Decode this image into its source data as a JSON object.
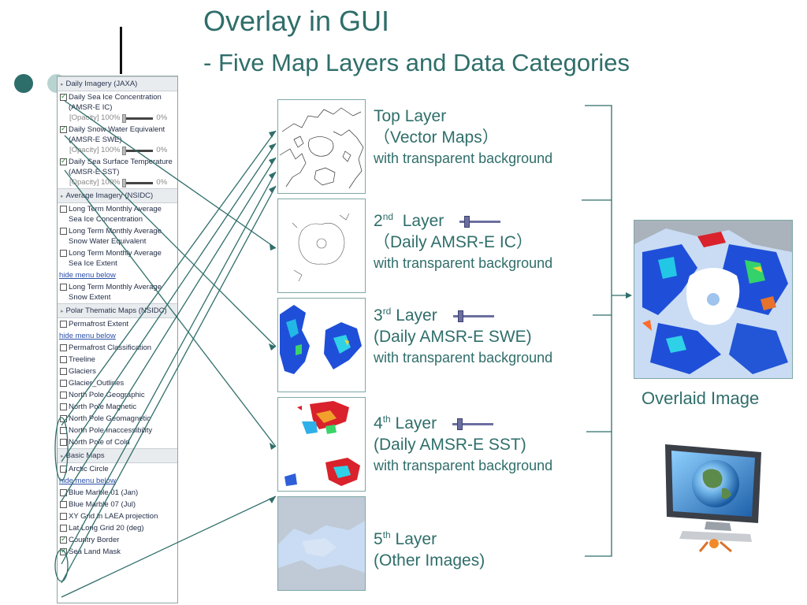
{
  "title": "Overlay in GUI",
  "subtitle_dash": "-",
  "subtitle": "Five Map Layers and Data Categories",
  "menu": {
    "sections": {
      "daily": "Daily Imagery (JAXA)",
      "average": "Average Imagery (NSIDC)",
      "polar": "Polar Thematic Maps (NSIDC)",
      "basic": "Basic Maps"
    },
    "opacity_label": "[Opacity] 100%",
    "opacity_min": "0%",
    "hide_menu": "hide menu below",
    "daily_items": [
      {
        "label": "Daily Sea Ice Concentration (AMSR-E IC)",
        "checked": true
      },
      {
        "label": "Daily Snow Water Equivalent (AMSR-E SWE)",
        "checked": true
      },
      {
        "label": "Daily Sea Surface Temperature (AMSR-E SST)",
        "checked": true
      }
    ],
    "average_items": [
      {
        "label": "Long Term Monthly Average Sea Ice Concentration",
        "checked": false
      },
      {
        "label": "Long Term Monthly Average Snow Water Equivalent",
        "checked": false
      },
      {
        "label": "Long Term Monthly Average Sea Ice Extent",
        "checked": false
      },
      {
        "label": "Long Term Monthly Average Snow Extent",
        "checked": false
      }
    ],
    "polar_items": [
      {
        "label": "Permafrost Extent",
        "checked": false
      },
      {
        "label": "Permafrost Classification",
        "checked": false
      },
      {
        "label": "Treeline",
        "checked": false
      },
      {
        "label": "Glaciers",
        "checked": false
      },
      {
        "label": "Glacier_Outlines",
        "checked": false
      },
      {
        "label": "North Pole Geographic",
        "checked": false
      },
      {
        "label": "North Pole Magnetic",
        "checked": false
      },
      {
        "label": "North Pole Geomagnetic",
        "checked": false
      },
      {
        "label": "North Pole Inaccessibility",
        "checked": false
      },
      {
        "label": "North Pole of Cold",
        "checked": false
      }
    ],
    "basic_items": [
      {
        "label": "Arctic Circle",
        "checked": false
      },
      {
        "label": "Blue Marble 01 (Jan)",
        "checked": false
      },
      {
        "label": "Blue Marble 07 (Jul)",
        "checked": false
      },
      {
        "label": "XY Grid in LAEA projection",
        "checked": false
      },
      {
        "label": "Lat Long Grid 20 (deg)",
        "checked": false
      },
      {
        "label": "Country Border",
        "checked": true
      },
      {
        "label": "Sea Land Mask",
        "checked": true
      }
    ]
  },
  "layers": {
    "l1": {
      "title": "Top Layer",
      "desc": "（Vector Maps）",
      "note": "with transparent background"
    },
    "l2": {
      "num": "2",
      "sup": "nd",
      "word": "Layer",
      "desc": "（Daily AMSR-E IC）",
      "note": "with transparent background"
    },
    "l3": {
      "num": "3",
      "sup": "rd",
      "word": "Layer",
      "desc": "(Daily AMSR-E SWE)",
      "note": "with transparent background"
    },
    "l4": {
      "num": "4",
      "sup": "th",
      "word": "Layer",
      "desc": "(Daily AMSR-E SST)",
      "note": "with transparent background"
    },
    "l5": {
      "num": "5",
      "sup": "th",
      "word": "Layer",
      "desc": "(Other Images)"
    }
  },
  "overlaid_label": "Overlaid Image",
  "colors": {
    "accent": "#2f6e6a",
    "slider": "#6b6fa0"
  }
}
